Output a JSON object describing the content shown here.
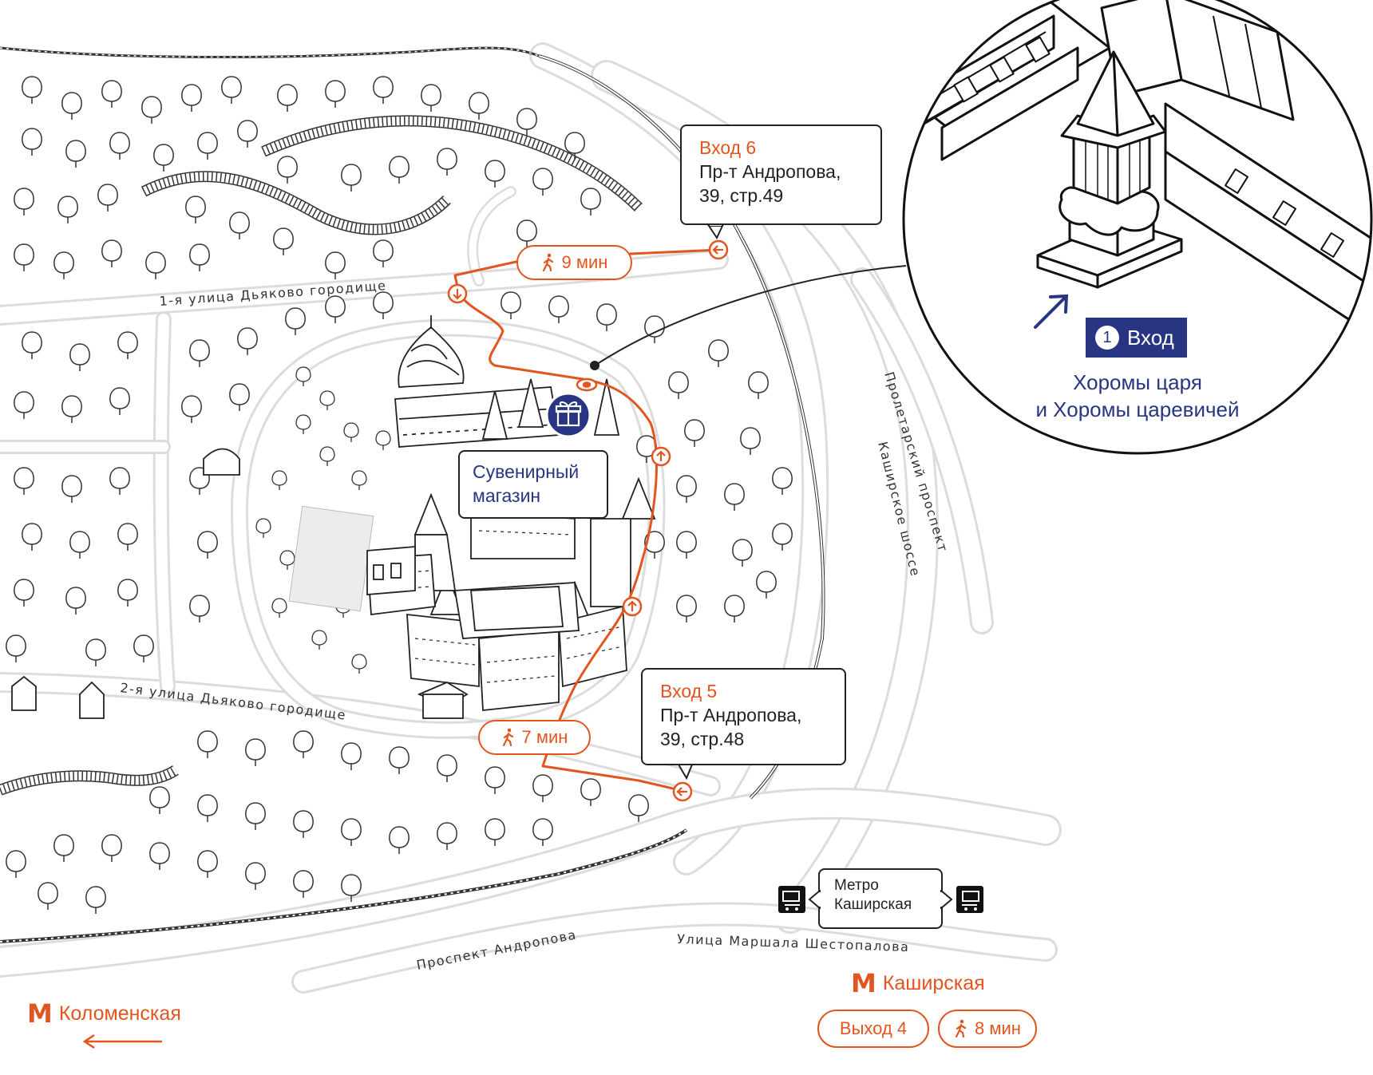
{
  "streets": {
    "first": "1-я улица Дьяково городище",
    "second": "2-я улица Дьяково городище",
    "proletarsky": "Пролетарский проспект",
    "kashirskoe": "Каширское шоссе",
    "andropova": "Проспект Андропова",
    "shestopalova": "Улица Маршала Шестопалова"
  },
  "entrances": {
    "e6": {
      "title": "Вход 6",
      "address_l1": "Пр-т Андропова,",
      "address_l2": "39, стр.49",
      "walk": "9 мин"
    },
    "e5": {
      "title": "Вход 5",
      "address_l1": "Пр-т Андропова,",
      "address_l2": "39, стр.48",
      "walk": "7 мин"
    }
  },
  "shop": {
    "label_l1": "Сувенирный",
    "label_l2": "магазин"
  },
  "metro": {
    "kashirskaya_box_l1": "Метро",
    "kashirskaya_box_l2": "Каширская",
    "kashirskaya": "Каширская",
    "kolomenskaya": "Коломенская",
    "symbol": "M",
    "exit": "Выход 4",
    "walk": "8 мин"
  },
  "inset": {
    "entry_number": "1",
    "entry_label": "Вход",
    "caption_l1": "Хоромы царя",
    "caption_l2": "и Хоромы царевичей"
  },
  "colors": {
    "accent": "#e2551f",
    "brand": "#283583",
    "road": "#e8e8e8",
    "ink": "#222222"
  },
  "icons": [
    "walk-icon",
    "gift-icon",
    "bus-icon",
    "metro-icon",
    "arrow-left-icon",
    "arrow-up-icon"
  ]
}
